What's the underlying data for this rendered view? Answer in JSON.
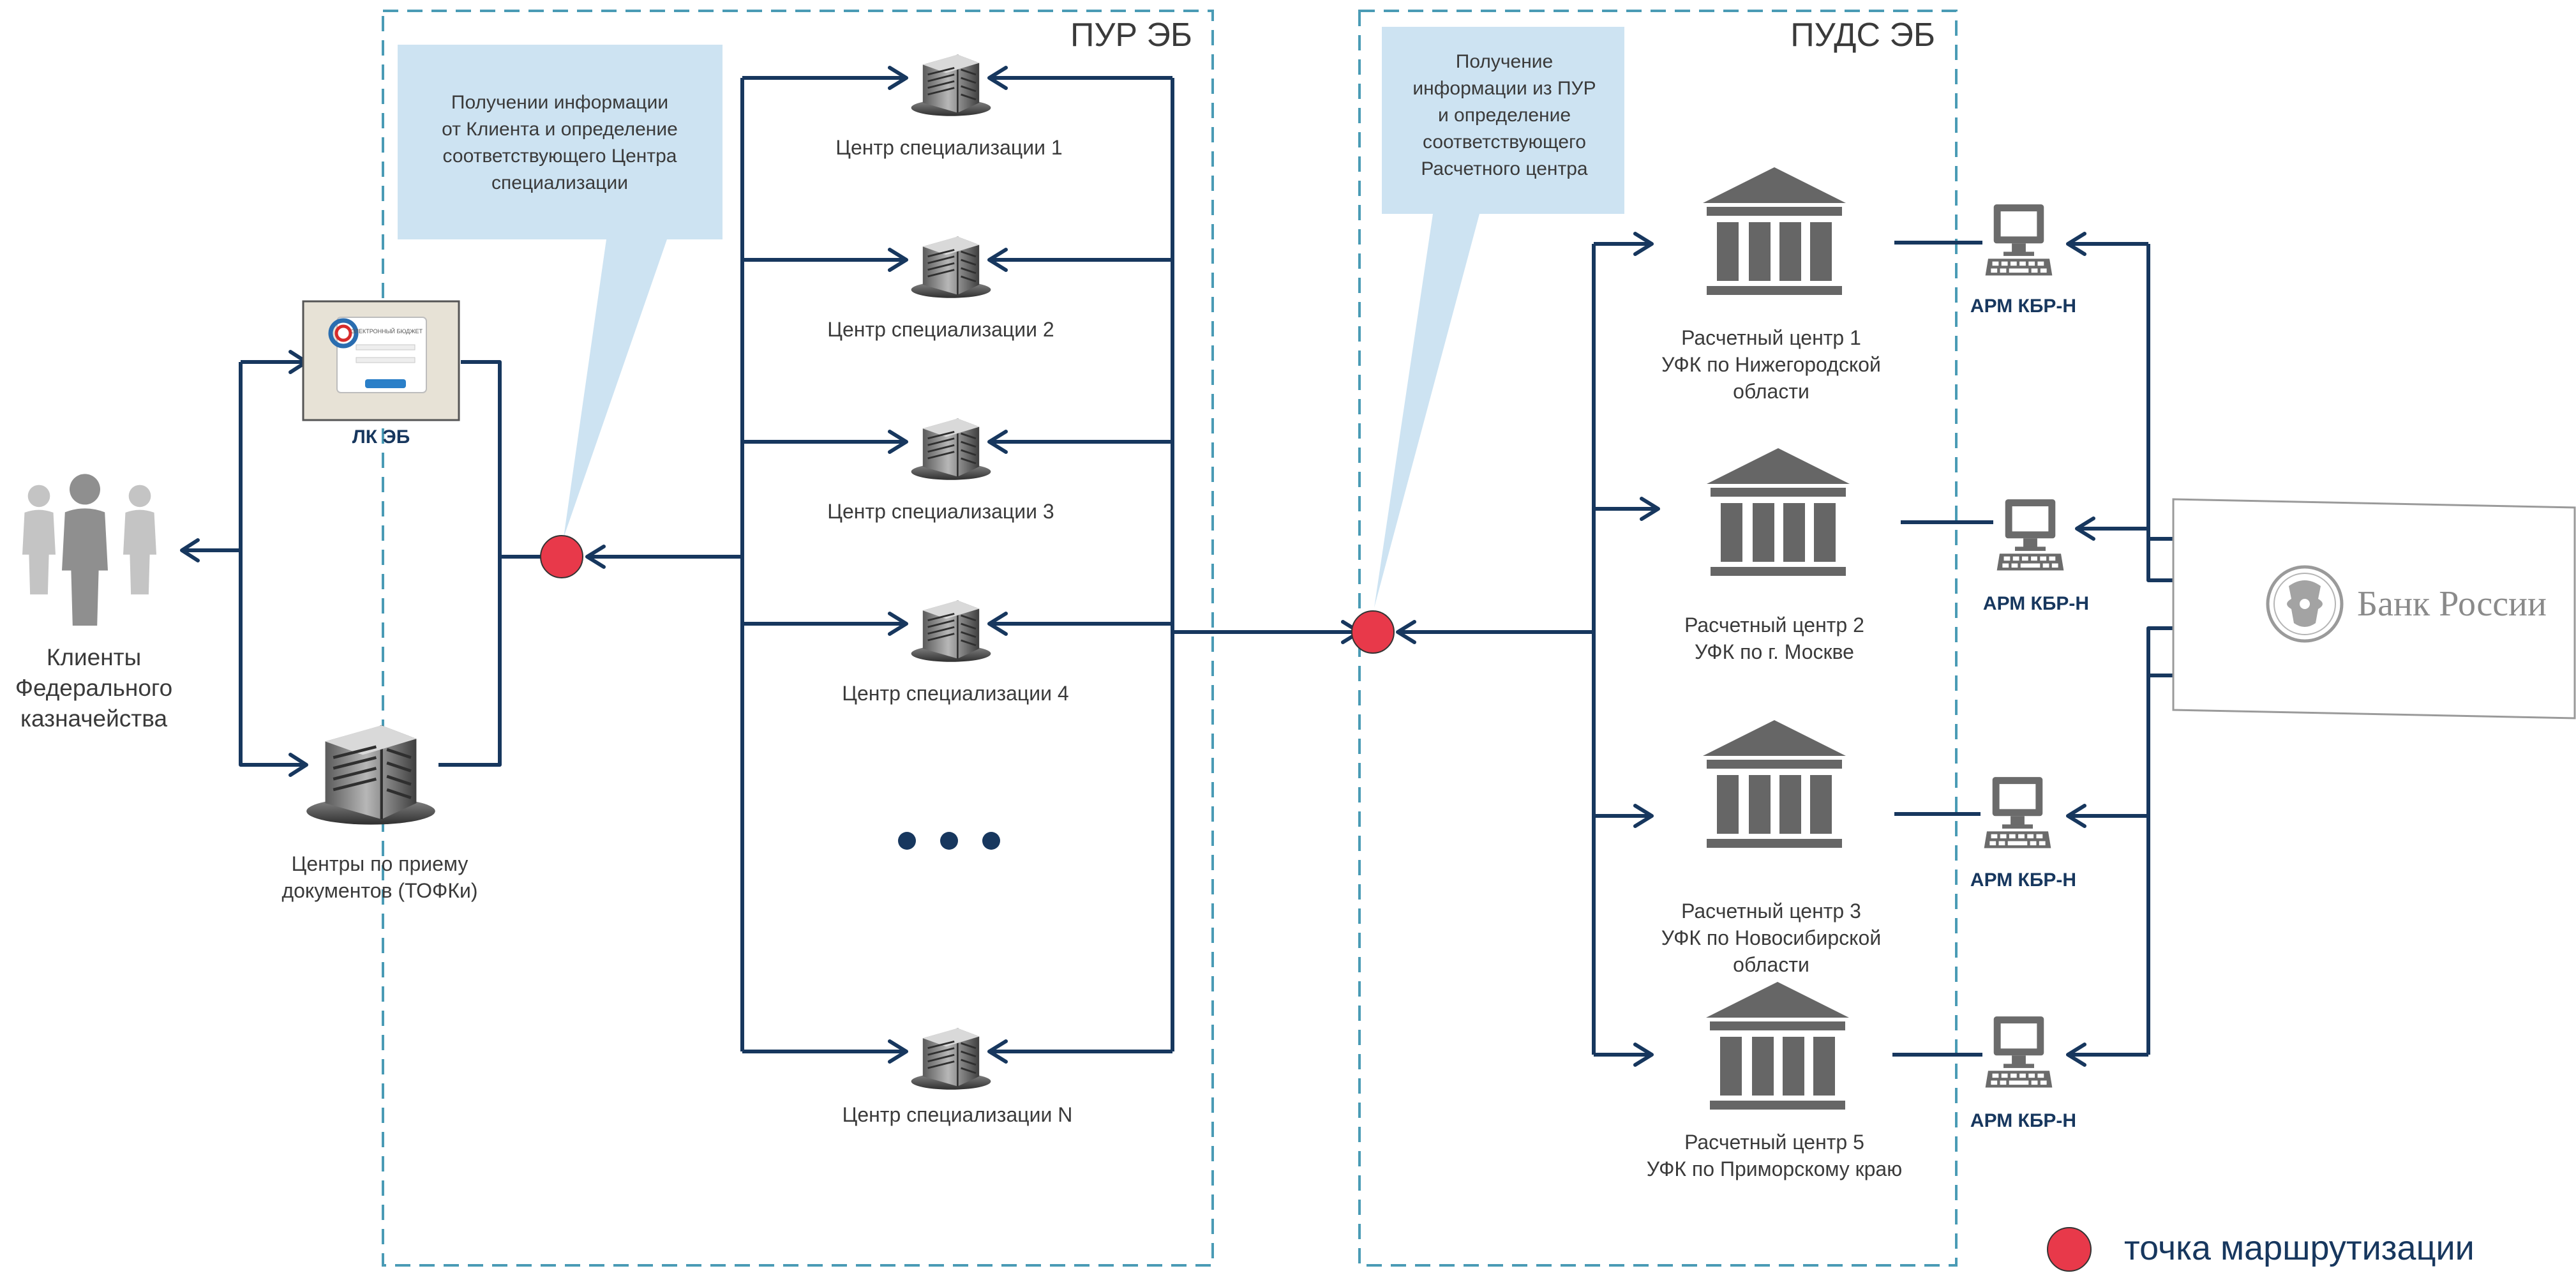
{
  "zones": {
    "pur": "ПУР ЭБ",
    "puds": "ПУДС ЭБ"
  },
  "callouts": {
    "pur": [
      "Получении информации",
      "от Клиента и определение",
      "соответствующего Центра",
      "специализации"
    ],
    "puds": [
      "Получение",
      "информации из ПУР",
      "и определение",
      "соответствующего",
      "Расчетного центра"
    ]
  },
  "clients": {
    "label": [
      "Клиенты",
      "Федерального",
      "казначейства"
    ]
  },
  "lk": {
    "label": "ЛК ЭБ",
    "screen_title": "ЭЛЕКТРОННЫЙ БЮДЖЕТ"
  },
  "tofk": {
    "label": [
      "Центры по приему",
      "документов (ТОФКи)"
    ]
  },
  "centers": [
    {
      "label": "Центр специализации  1"
    },
    {
      "label": "Центр специализации 2"
    },
    {
      "label": "Центр специализации 3"
    },
    {
      "label": "Центр специализации 4"
    },
    {
      "label": "Центр специализации N"
    }
  ],
  "settlement": [
    {
      "label": [
        "Расчетный центр 1",
        "УФК по Нижегородской",
        "области"
      ]
    },
    {
      "label": [
        "Расчетный центр 2",
        "УФК по г. Москве"
      ]
    },
    {
      "label": [
        "Расчетный центр 3",
        "УФК по Новосибирской",
        "области"
      ]
    },
    {
      "label": [
        "Расчетный центр 5",
        "УФК по Приморскому краю"
      ]
    }
  ],
  "arm_label": "АРМ КБР-Н",
  "bank": {
    "label": "Банк России"
  },
  "legend": {
    "label": "точка маршрутизации"
  },
  "colors": {
    "line": "#17375e",
    "routing_point": "#e8394a",
    "callout": "#cde3f2",
    "zone_border": "#4a9bb5",
    "icon_gray": "#666666"
  }
}
